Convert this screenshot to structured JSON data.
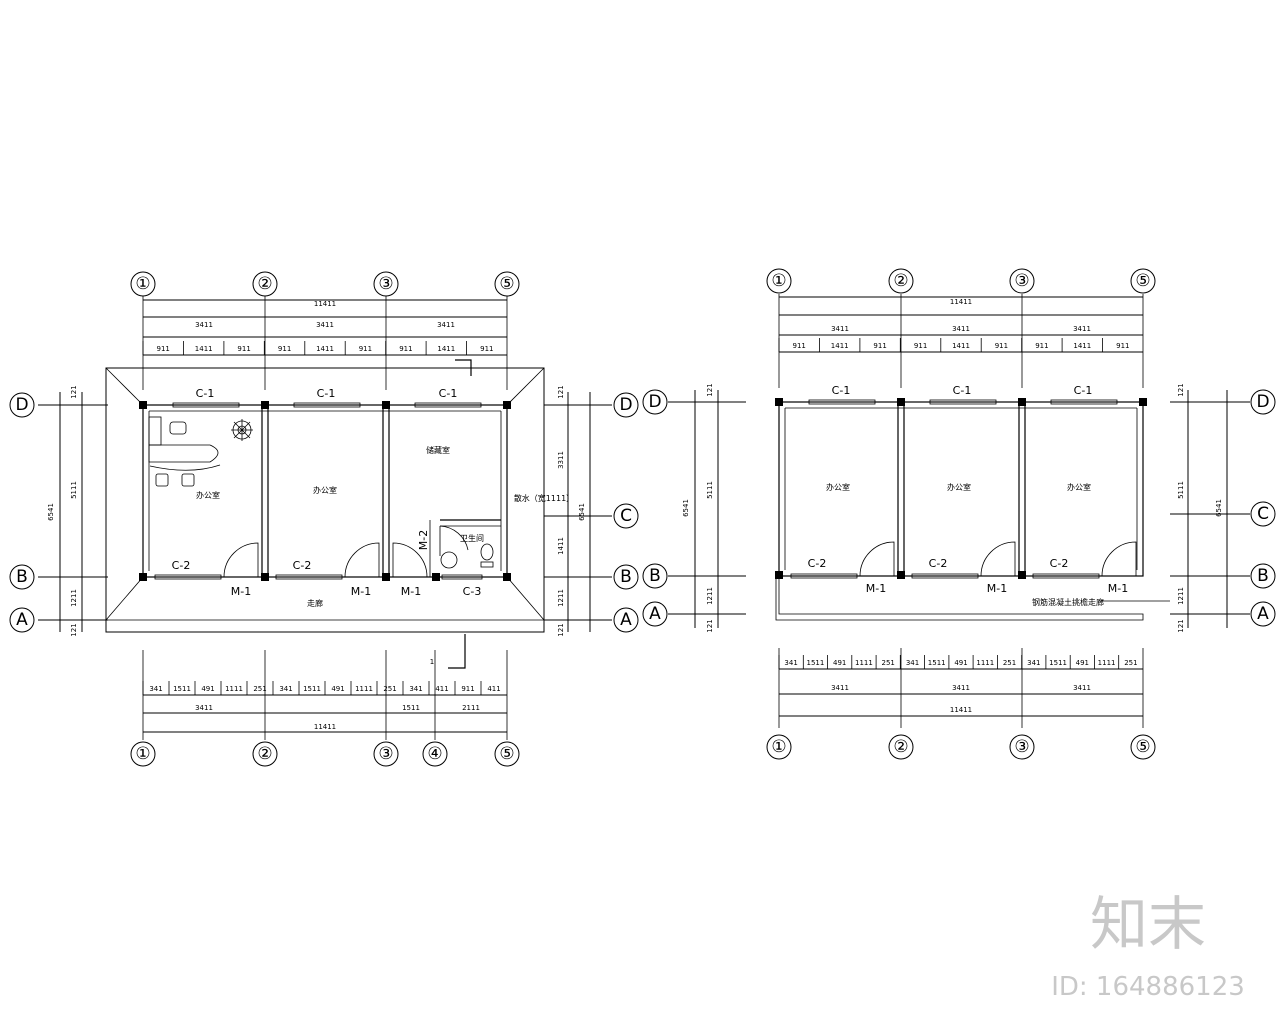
{
  "plan_left": {
    "axes_top": [
      "①",
      "②",
      "③",
      "⑤"
    ],
    "axes_bottom": [
      "①",
      "②",
      "③",
      "④",
      "⑤"
    ],
    "axes_rows": [
      "D",
      "C",
      "B",
      "A"
    ],
    "dims_top_total": "11411",
    "dims_top_bays": [
      "3411",
      "3411",
      "3411"
    ],
    "dims_top_detail": [
      "911",
      "1411",
      "911",
      "911",
      "1411",
      "911",
      "911",
      "1411",
      "911"
    ],
    "dims_bottom_detail": [
      "341",
      "1511",
      "491",
      "1111",
      "251",
      "341",
      "1511",
      "491",
      "1111",
      "251",
      "341",
      "411",
      "911",
      "411"
    ],
    "dims_bottom_bays": [
      "3411",
      "1511",
      "2111"
    ],
    "dims_bottom_total": "11411",
    "dims_left": [
      "121",
      "5111",
      "1211",
      "121"
    ],
    "dims_left_total": "6541",
    "dims_right": [
      "121",
      "3311",
      "1411",
      "1211",
      "121"
    ],
    "dims_right_total": "6541",
    "windows_top": [
      "C-1",
      "C-1",
      "C-1"
    ],
    "windows_bottom": [
      "C-2",
      "C-2",
      "C-3"
    ],
    "doors": [
      "M-1",
      "M-1",
      "M-1",
      "M-2"
    ],
    "rooms": [
      "办公室",
      "办公室",
      "储藏室",
      "卫生间",
      "走廊"
    ],
    "note": "散水（宽1111）",
    "section_mark": "1"
  },
  "plan_right": {
    "axes_top": [
      "①",
      "②",
      "③",
      "⑤"
    ],
    "axes_bottom": [
      "①",
      "②",
      "③",
      "⑤"
    ],
    "axes_rows": [
      "D",
      "C",
      "B",
      "A"
    ],
    "dims_top_total": "11411",
    "dims_top_bays": [
      "3411",
      "3411",
      "3411"
    ],
    "dims_top_detail": [
      "911",
      "1411",
      "911",
      "911",
      "1411",
      "911",
      "911",
      "1411",
      "911"
    ],
    "dims_bottom_detail": [
      "341",
      "1511",
      "491",
      "1111",
      "251",
      "341",
      "1511",
      "491",
      "1111",
      "251",
      "341",
      "1511",
      "491",
      "1111",
      "251"
    ],
    "dims_bottom_bays": [
      "3411",
      "3411",
      "3411"
    ],
    "dims_bottom_total": "11411",
    "dims_left": [
      "121",
      "5111",
      "1211",
      "121"
    ],
    "dims_left_total": "6541",
    "dims_right": [
      "121",
      "5111",
      "1211",
      "121"
    ],
    "dims_right_total": "6541",
    "windows_top": [
      "C-1",
      "C-1",
      "C-1"
    ],
    "windows_bottom": [
      "C-2",
      "C-2",
      "C-2"
    ],
    "doors": [
      "M-1",
      "M-1",
      "M-1"
    ],
    "rooms": [
      "办公室",
      "办公室",
      "办公室"
    ],
    "note": "钢筋混凝土挑檐走廊"
  },
  "watermark": {
    "brand": "知末",
    "id": "ID: 164886123"
  }
}
